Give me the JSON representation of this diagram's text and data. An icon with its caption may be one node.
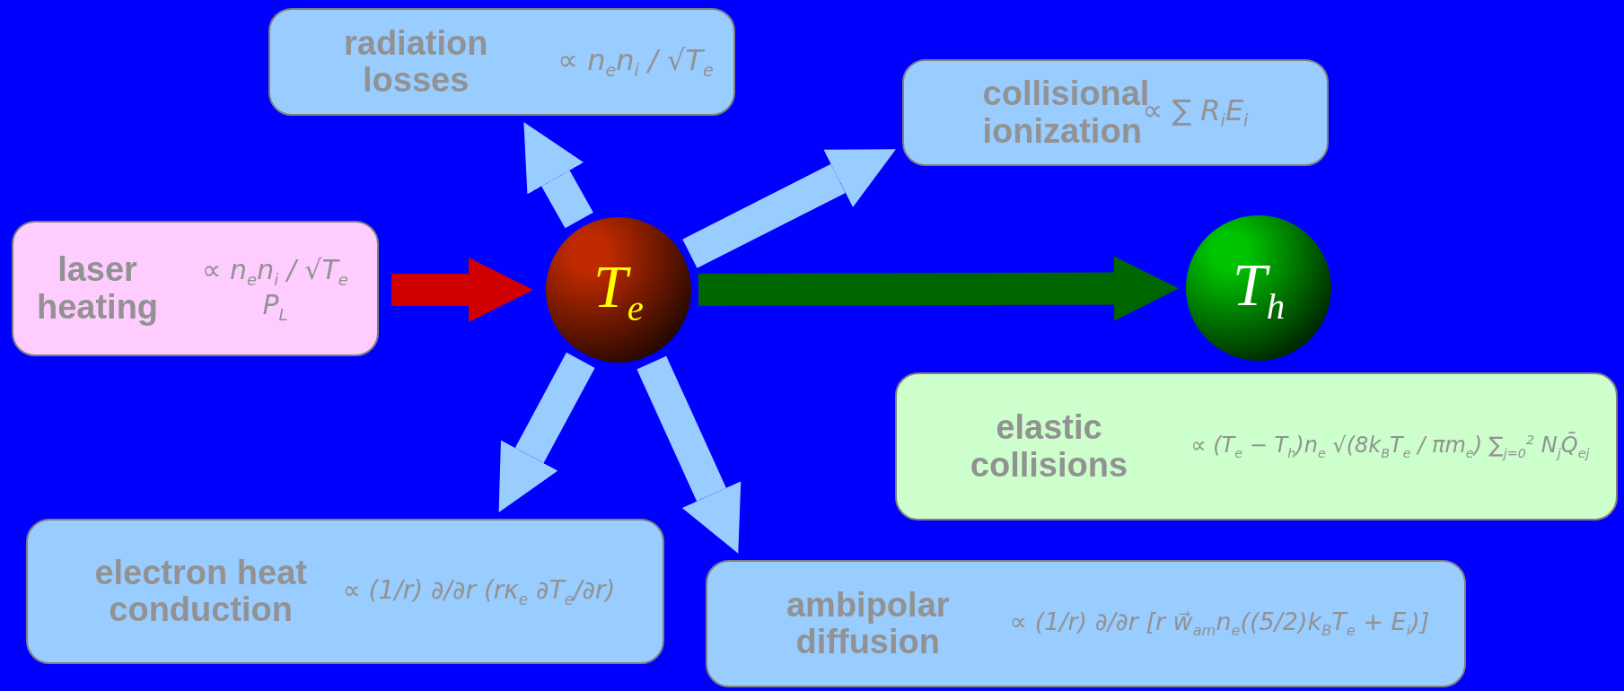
{
  "diagram": {
    "nodes": [
      {
        "text": [
          "radiation losses",
          "∝ n$_{e}$n$_{i}$ / √T$_{e}$"
        ]
      },
      {
        "text": [
          "collisional ionization",
          "∝ ∑ R$_{i}$E$_{i}$"
        ]
      },
      {
        "text": [
          "laser heating",
          "∝ n$_{e}$n$_{i}$ / √T$_{e}$ P$_{L}$"
        ]
      },
      {
        "text": [
          "T$_{e}$"
        ]
      },
      {
        "text": [
          "T$_{h}$"
        ]
      },
      {
        "text": [
          "elastic collisions",
          "∝ (T$_{e}$ − T$_{h}$)n$_{e}$ √(8k$_{B}$T$_{e}$ / πm$_{e}$) ∑$_{j=0}$$^{2}$ N$_{j}$Q̄$_{ej}$"
        ]
      },
      {
        "text": [
          "electron heat conduction",
          "∝ (1/r) ∂/∂r (rκ$_{e}$ ∂T$_{e}$/∂r)"
        ]
      },
      {
        "text": [
          "ambipolar diffusion",
          "∝ (1/r) ∂/∂r [r w⃗$_{am}$n$_{e}$((5/2)k$_{B}$T$_{e}$ + E$_{i}$)]"
        ]
      }
    ],
    "edges": [
      {
        "from": 2,
        "to": 3,
        "arrow": "to",
        "color": "#d00000"
      },
      {
        "from": 3,
        "to": 0,
        "arrow": "to"
      },
      {
        "from": 3,
        "to": 1,
        "arrow": "to"
      },
      {
        "from": 3,
        "to": 4,
        "arrow": "to",
        "color": "#006600"
      },
      {
        "from": 3,
        "to": 6,
        "arrow": "to"
      },
      {
        "from": 3,
        "to": 7,
        "arrow": "to"
      }
    ]
  }
}
